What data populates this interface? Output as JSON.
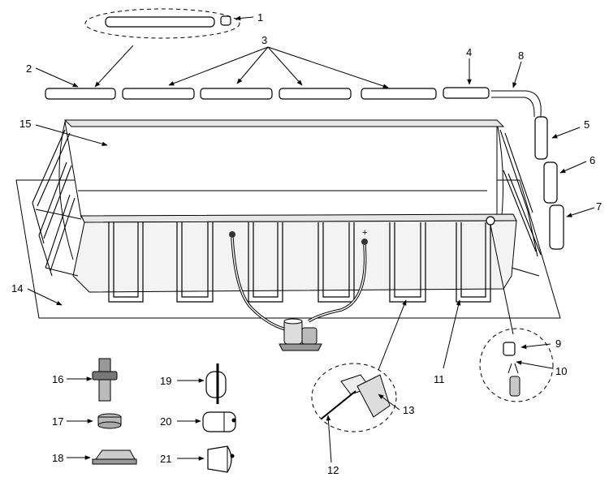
{
  "labels": {
    "l1": "1",
    "l2": "2",
    "l3": "3",
    "l4": "4",
    "l5": "5",
    "l6": "6",
    "l7": "7",
    "l8": "8",
    "l9": "9",
    "l10": "10",
    "l11": "11",
    "l12": "12",
    "l13": "13",
    "l14": "14",
    "l15": "15",
    "l16": "16",
    "l17": "17",
    "l18": "18",
    "l19": "19",
    "l20": "20",
    "l21": "21"
  },
  "pump_plus": "+"
}
